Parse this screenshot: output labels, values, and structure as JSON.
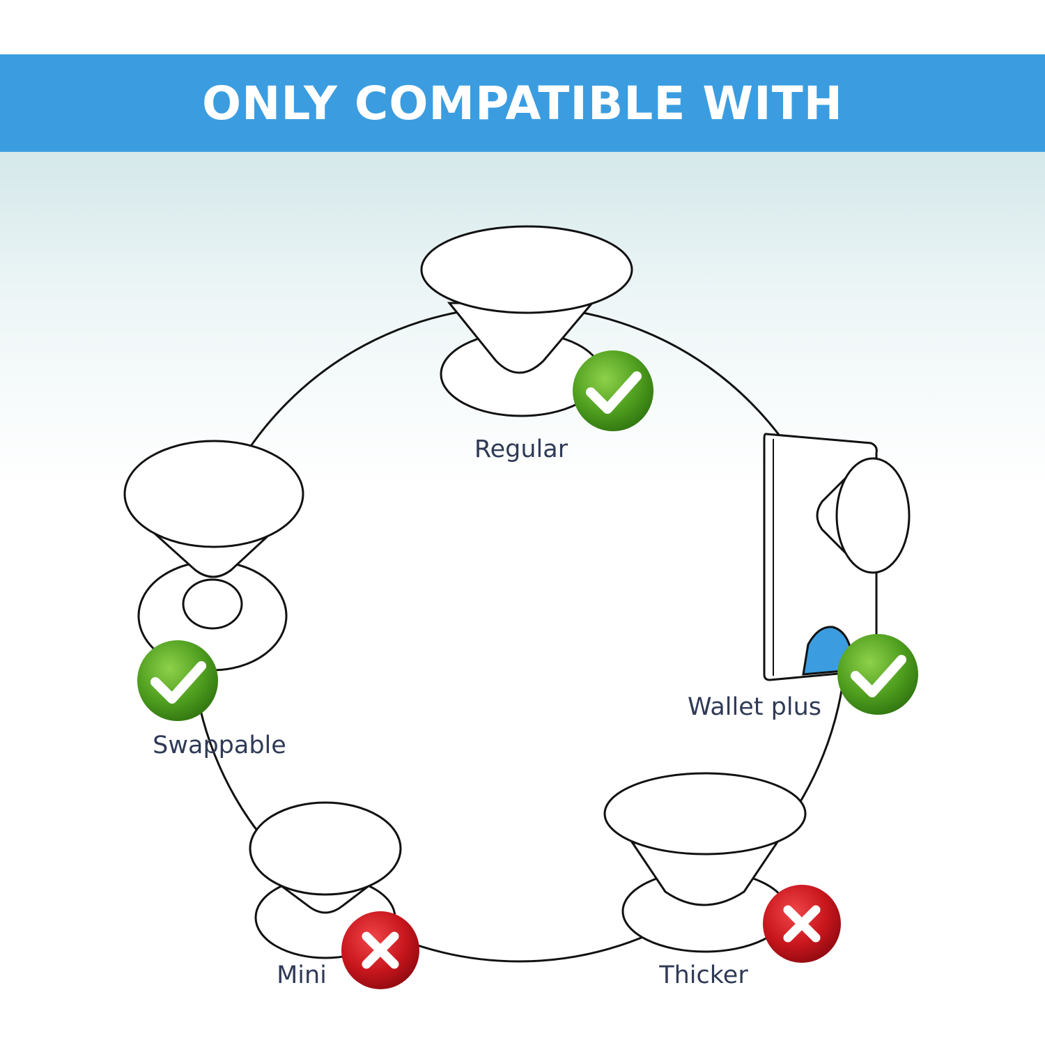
{
  "banner": {
    "title": "ONLY COMPATIBLE WITH"
  },
  "colors": {
    "banner": "#3b9de0",
    "label": "#2f3a56",
    "check": "#4f9e1f",
    "cross": "#c8161d",
    "wallet_accent": "#3b9de0"
  },
  "items": [
    {
      "label": "Regular",
      "compatible": true,
      "status_icon": "check-icon"
    },
    {
      "label": "Wallet plus",
      "compatible": true,
      "status_icon": "check-icon"
    },
    {
      "label": "Swappable",
      "compatible": true,
      "status_icon": "check-icon"
    },
    {
      "label": "Mini",
      "compatible": false,
      "status_icon": "cross-icon"
    },
    {
      "label": "Thicker",
      "compatible": false,
      "status_icon": "cross-icon"
    }
  ]
}
